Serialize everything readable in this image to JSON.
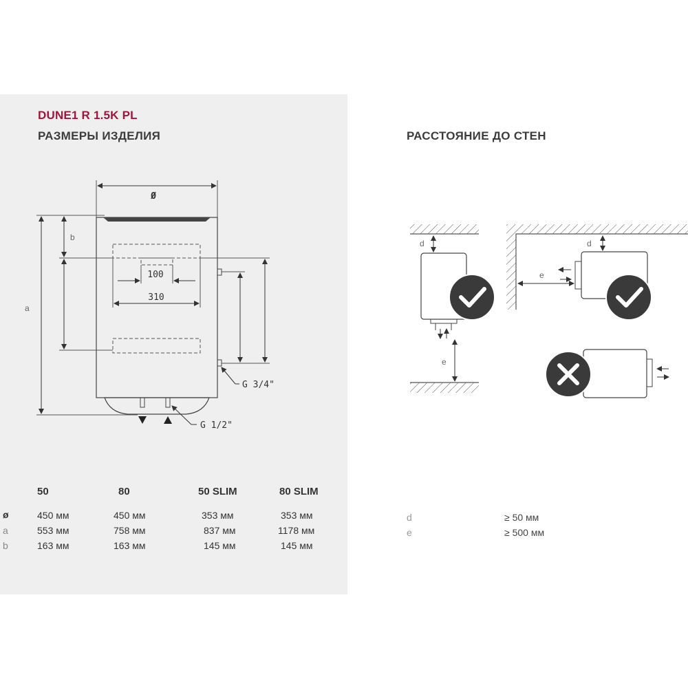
{
  "header": {
    "model": "DUNE1 R 1.5K PL",
    "dimensions_title": "РАЗМЕРЫ ИЗДЕЛИЯ",
    "distance_title": "РАССТОЯНИЕ ДО СТЕН"
  },
  "diagram": {
    "diameter_label": "Ø",
    "dim_100": "100",
    "dim_310": "310",
    "label_a": "a",
    "label_b": "b",
    "label_d": "d",
    "label_e": "e",
    "pipe_34": "G 3/4\"",
    "pipe_12": "G 1/2\""
  },
  "specs": {
    "columns": [
      "50",
      "80",
      "50 SLIM",
      "80 SLIM"
    ],
    "rows": [
      {
        "label": "ø",
        "values": [
          "450 мм",
          "450 мм",
          "353 мм",
          "353 мм"
        ]
      },
      {
        "label": "a",
        "values": [
          "553 мм",
          "758 мм",
          "837 мм",
          "1178 мм"
        ]
      },
      {
        "label": "b",
        "values": [
          "163 мм",
          "163 мм",
          "145 мм",
          "145 мм"
        ]
      }
    ]
  },
  "clearance": [
    {
      "label": "d",
      "value": "≥ 50 мм"
    },
    {
      "label": "e",
      "value": "≥ 500 мм"
    }
  ],
  "colors": {
    "brand": "#a0153e",
    "panel": "#efefef",
    "badge": "#3a3a3a"
  },
  "icons": [
    "check-badge-icon",
    "cross-badge-icon"
  ]
}
